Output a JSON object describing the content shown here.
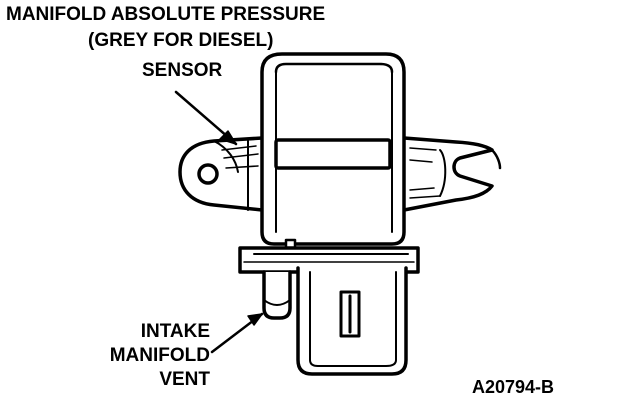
{
  "labels": {
    "title": "MANIFOLD ABSOLUTE PRESSURE",
    "subtitle": "(GREY FOR DIESEL)",
    "sensor": "SENSOR",
    "intake_line1": "INTAKE",
    "intake_line2": "MANIFOLD",
    "intake_line3": "VENT",
    "figure_id": "A20794-B"
  },
  "colors": {
    "ink": "#000000",
    "paper": "#ffffff"
  }
}
